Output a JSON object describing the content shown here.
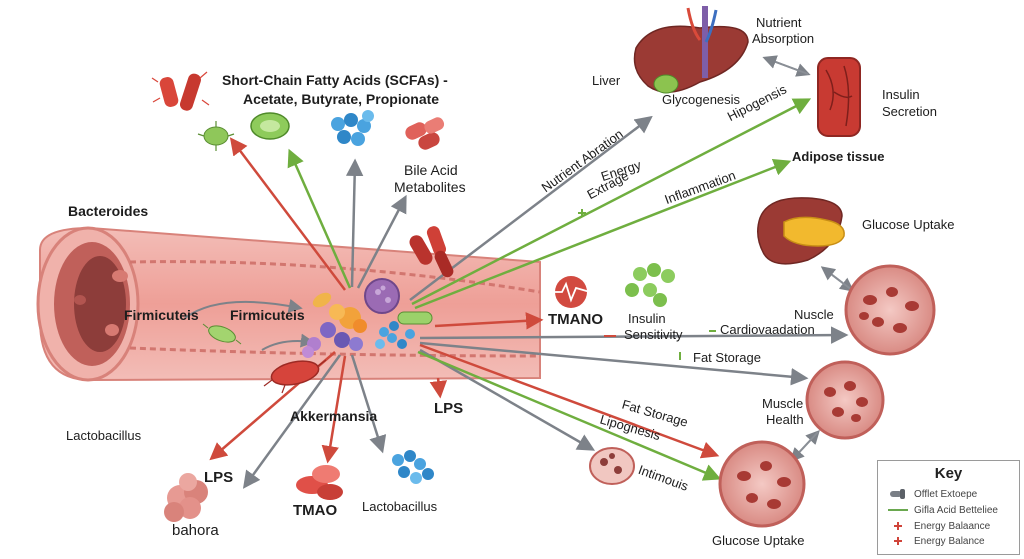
{
  "labels": {
    "scfa_title_1": "Short-Chain Fatty Acids (SCFAs) -",
    "scfa_title_2": "Acetate, Butyrate, Propionate",
    "bile_acid_1": "Bile Acid",
    "bile_acid_2": "Metabolites",
    "bacteroides": "Bacteroides",
    "firmicuteis_left": "Firmicuteis",
    "firmicuteis_right": "Firmicuteis",
    "lactobacillus_left": "Lactobacillus",
    "akkermansia": "Akkermansia",
    "lps_center": "LPS",
    "lps_left": "LPS",
    "bahora": "bahora",
    "tmao_bottom": "TMAO",
    "lactobacillus_bottom": "Lactobacillus",
    "tmano": "TMANO",
    "insulin_sensitivity_1": "Insulin",
    "insulin_sensitivity_2": "Sensitivity",
    "cardiovaadation": "Cardiovaadation",
    "fat_storage_mid": "Fat Storage",
    "fat_storage_low": "Fat Storage",
    "lipognesis": "Lipognesis",
    "intimouis": "Intimouis",
    "liver": "Liver",
    "glycogenesis": "Glycogenesis",
    "nutrient_absorption_1": "Nutrient",
    "nutrient_absorption_2": "Absorption",
    "insulin_secretion_1": "Insulin",
    "insulin_secretion_2": "Secretion",
    "hipogensis": "Hipogensis",
    "adipose_tissue": "Adipose tissue",
    "nutrient_abration": "Nutrient Abration",
    "energy_1": "Energy",
    "energy_2": "Extrage",
    "inflammation": "Inflammation",
    "glucose_uptake_right": "Glucose Uptake",
    "nuscle": "Nuscle",
    "muscle_health_1": "Muscle",
    "muscle_health_2": "Health",
    "glucose_uptake_bottom": "Glucose Uptake"
  },
  "key": {
    "title": "Key",
    "items": [
      {
        "label": "Offlet Extoepe",
        "color": "#7a7f86",
        "symbol": "pipe"
      },
      {
        "label": "Gifla Acid Betteliee",
        "color": "#6aa84f",
        "symbol": "line"
      },
      {
        "label": "Energy Balaance",
        "color": "#d0443a",
        "symbol": "plus"
      },
      {
        "label": "Energy Balance",
        "color": "#d0443a",
        "symbol": "plus"
      }
    ]
  },
  "colors": {
    "arrow_gray": "#7d8289",
    "arrow_green": "#6fae3f",
    "arrow_red": "#cf4a3c",
    "gut_wall": "#e9a49e",
    "gut_inner": "#c8625c"
  }
}
